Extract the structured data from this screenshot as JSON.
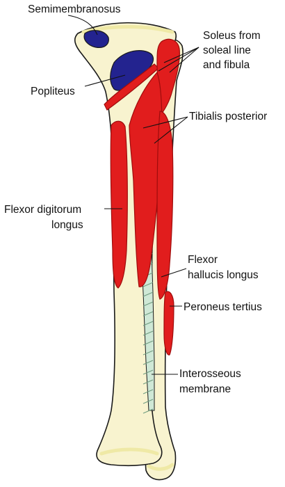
{
  "colors": {
    "background": "#ffffff",
    "bone": "#f8f3cf",
    "bone_outline": "#1a1a1a",
    "articular": "#efe9a6",
    "muscle": "#e11d1d",
    "muscle_dark": "#9e0c0c",
    "attachment": "#23238f",
    "membrane": "#cfe8d6",
    "membrane_hatch": "#6f9c7f",
    "leader": "#111111"
  },
  "labels": {
    "semimembranosus": "Semimembranosus",
    "soleus_1": "Soleus from",
    "soleus_2": "soleal line",
    "soleus_3": "and fibula",
    "popliteus": "Popliteus",
    "tibialis_posterior": "Tibialis posterior",
    "fdl_1": "Flexor digitorum",
    "fdl_2": "longus",
    "fhl_1": "Flexor",
    "fhl_2": "hallucis longus",
    "peroneus_tertius": "Peroneus tertius",
    "interosseous_1": "Interosseous",
    "interosseous_2": "membrane"
  }
}
